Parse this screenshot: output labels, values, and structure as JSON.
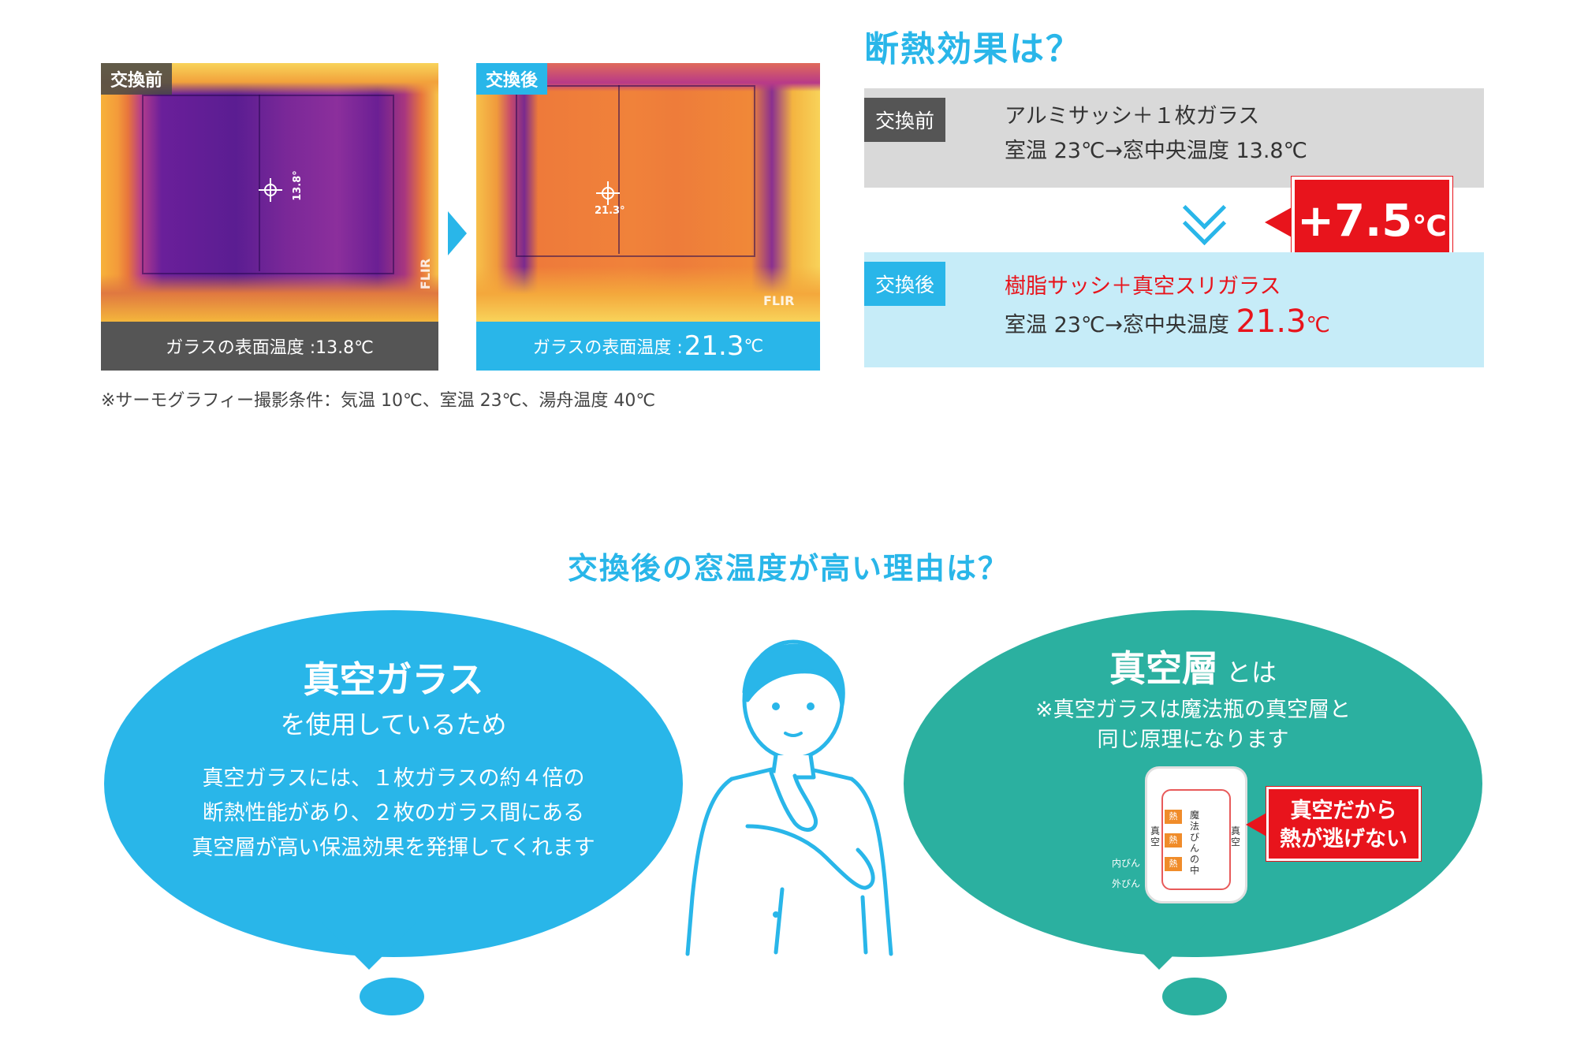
{
  "photos": {
    "before": {
      "tag": "交換前",
      "spot_temp": "13.8°",
      "caption": "ガラスの表面温度 :13.8℃",
      "brand": "FLIR"
    },
    "after": {
      "tag": "交換後",
      "spot_temp": "21.3°",
      "caption_prefix": "ガラスの表面温度 :",
      "caption_value": "21.3",
      "caption_unit": "℃",
      "brand": "FLIR"
    }
  },
  "footnote": "※サーモグラフィー撮影条件：気温 10℃、室温 23℃、湯舟温度 40℃",
  "effect": {
    "title": "断熱効果は？",
    "before": {
      "tag": "交換前",
      "line1": "アルミサッシ＋１枚ガラス",
      "line2": "室温 23℃→窓中央温度 13.8℃"
    },
    "after": {
      "tag": "交換後",
      "line1": "樹脂サッシ＋真空スリガラス",
      "line2_prefix": "室温 23℃→窓中央温度 ",
      "line2_value": "21.3",
      "line2_unit": "℃"
    },
    "delta_value": "+7.5",
    "delta_unit": "℃"
  },
  "reason": {
    "title": "交換後の窓温度が高い理由は？",
    "left_bubble": {
      "title": "真空ガラス",
      "subtitle": "を使用しているため",
      "body": [
        "真空ガラスには、１枚ガラスの約４倍の",
        "断熱性能があり、２枚のガラス間にある",
        "真空層が高い保温効果を発揮してくれます"
      ]
    },
    "right_bubble": {
      "title": "真空層",
      "title_suffix": "とは",
      "body": [
        "※真空ガラスは魔法瓶の真空層と",
        "同じ原理になります"
      ],
      "flask": {
        "center": "魔法びんの中",
        "vacuum": "真空",
        "heat": "熱",
        "inner": "内びん",
        "outer": "外びん"
      },
      "callout": [
        "真空だから",
        "熱が逃げない"
      ]
    }
  },
  "colors": {
    "blue": "#29b6e9",
    "teal": "#2bb0a0",
    "red": "#e8141c",
    "gray": "#d9d9d9",
    "light_blue": "#c6ecf8"
  }
}
